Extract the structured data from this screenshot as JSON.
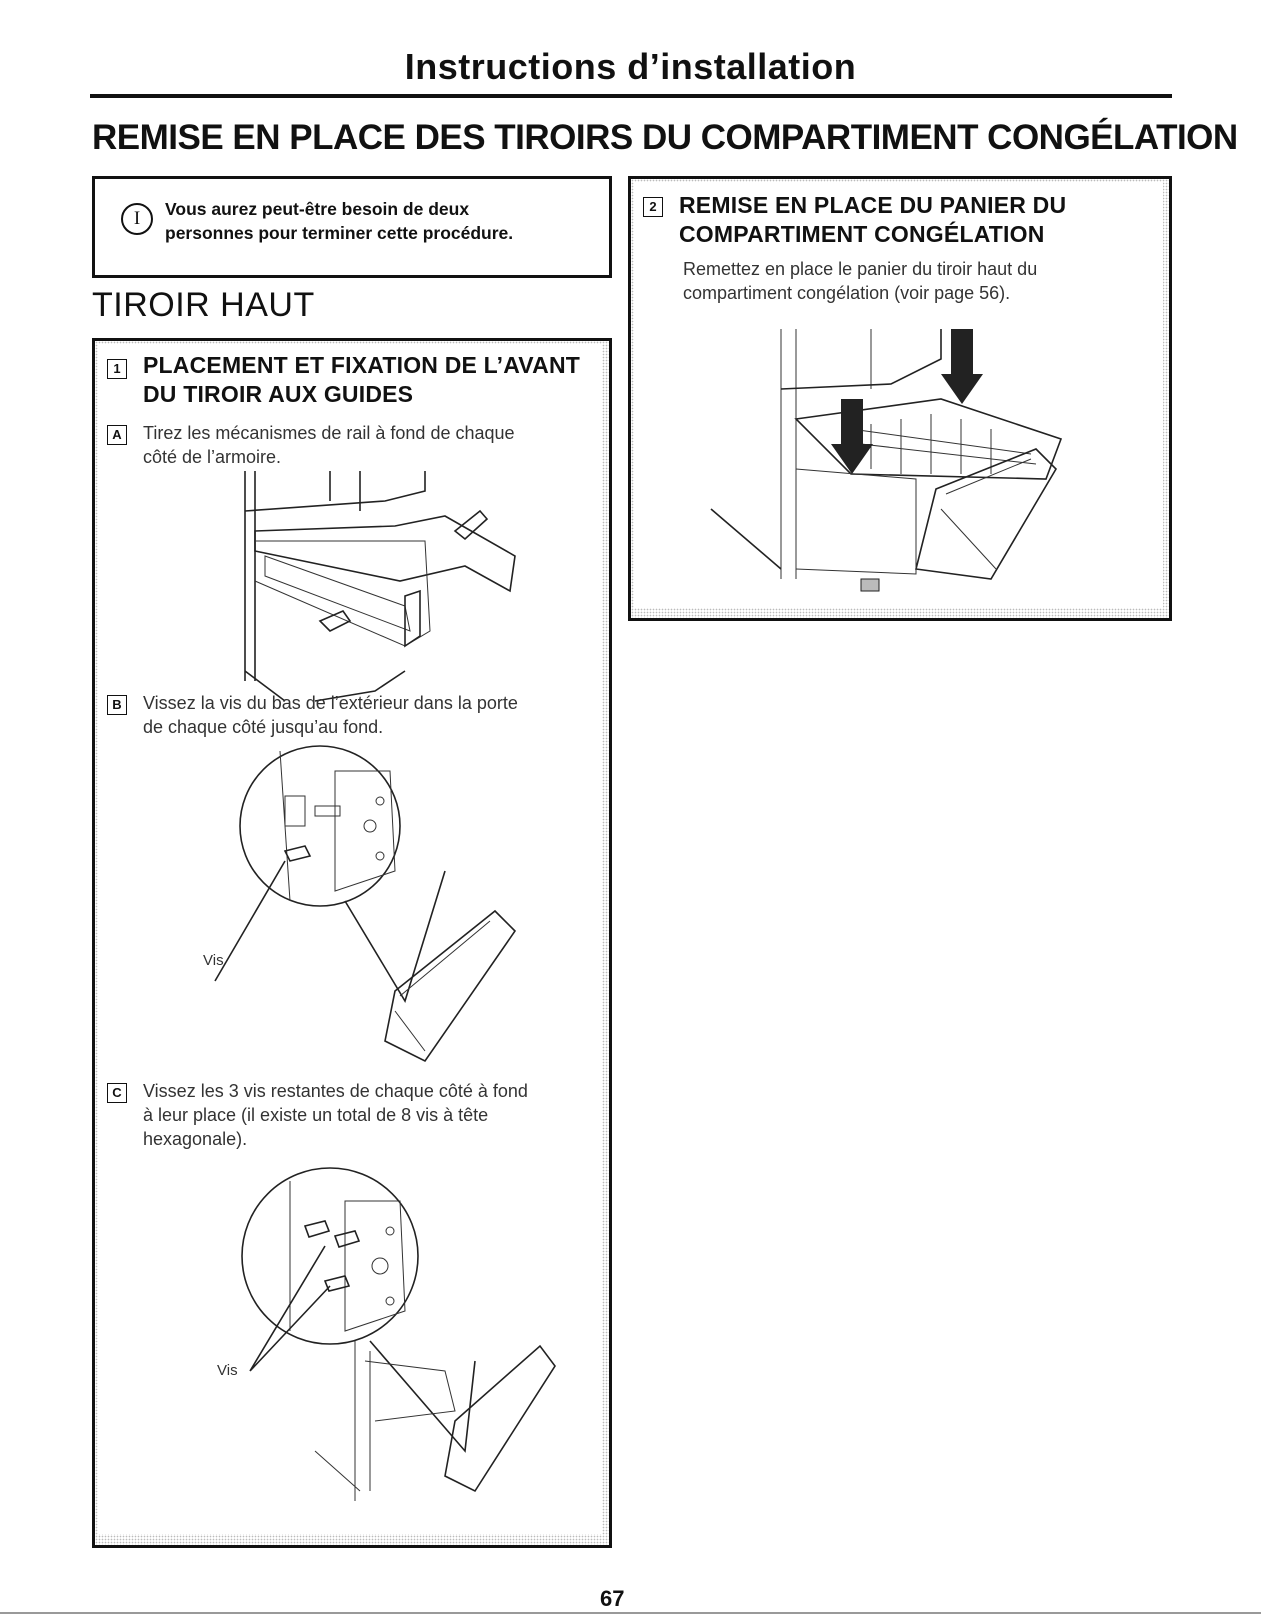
{
  "header": {
    "title": "Instructions d’installation"
  },
  "main_title": "REMISE EN PLACE DES TIROIRS DU COMPARTIMENT CONGÉLATION",
  "note": {
    "icon": "info-circle-icon",
    "icon_glyph": "I",
    "lines": [
      "Vous aurez peut-être besoin de deux",
      "personnes pour terminer cette procédure."
    ]
  },
  "section_title": "TIROIR HAUT",
  "step1": {
    "number": "1",
    "title_lines": [
      "PLACEMENT ET FIXATION DE L’AVANT",
      "DU TIROIR AUX GUIDES"
    ],
    "substeps": {
      "a": {
        "letter": "A",
        "lines": [
          "Tirez les mécanismes de rail à fond de chaque",
          "côté de l’armoire."
        ]
      },
      "b": {
        "letter": "B",
        "lines": [
          "Vissez la vis du bas de l’extérieur dans la porte",
          "de chaque côté jusqu’au fond."
        ],
        "callout": "Vis"
      },
      "c": {
        "letter": "C",
        "lines": [
          "Vissez les 3 vis restantes de chaque côté à fond",
          "à leur place (il existe un total de 8 vis à tête",
          "hexagonale)."
        ],
        "callout": "Vis"
      }
    }
  },
  "step2": {
    "number": "2",
    "title_lines": [
      "REMISE EN PLACE DU PANIER DU",
      "COMPARTIMENT CONGÉLATION"
    ],
    "lines": [
      "Remettez en place le panier du tiroir haut du",
      "compartiment congélation (voir page 56)."
    ]
  },
  "page_number": "67"
}
